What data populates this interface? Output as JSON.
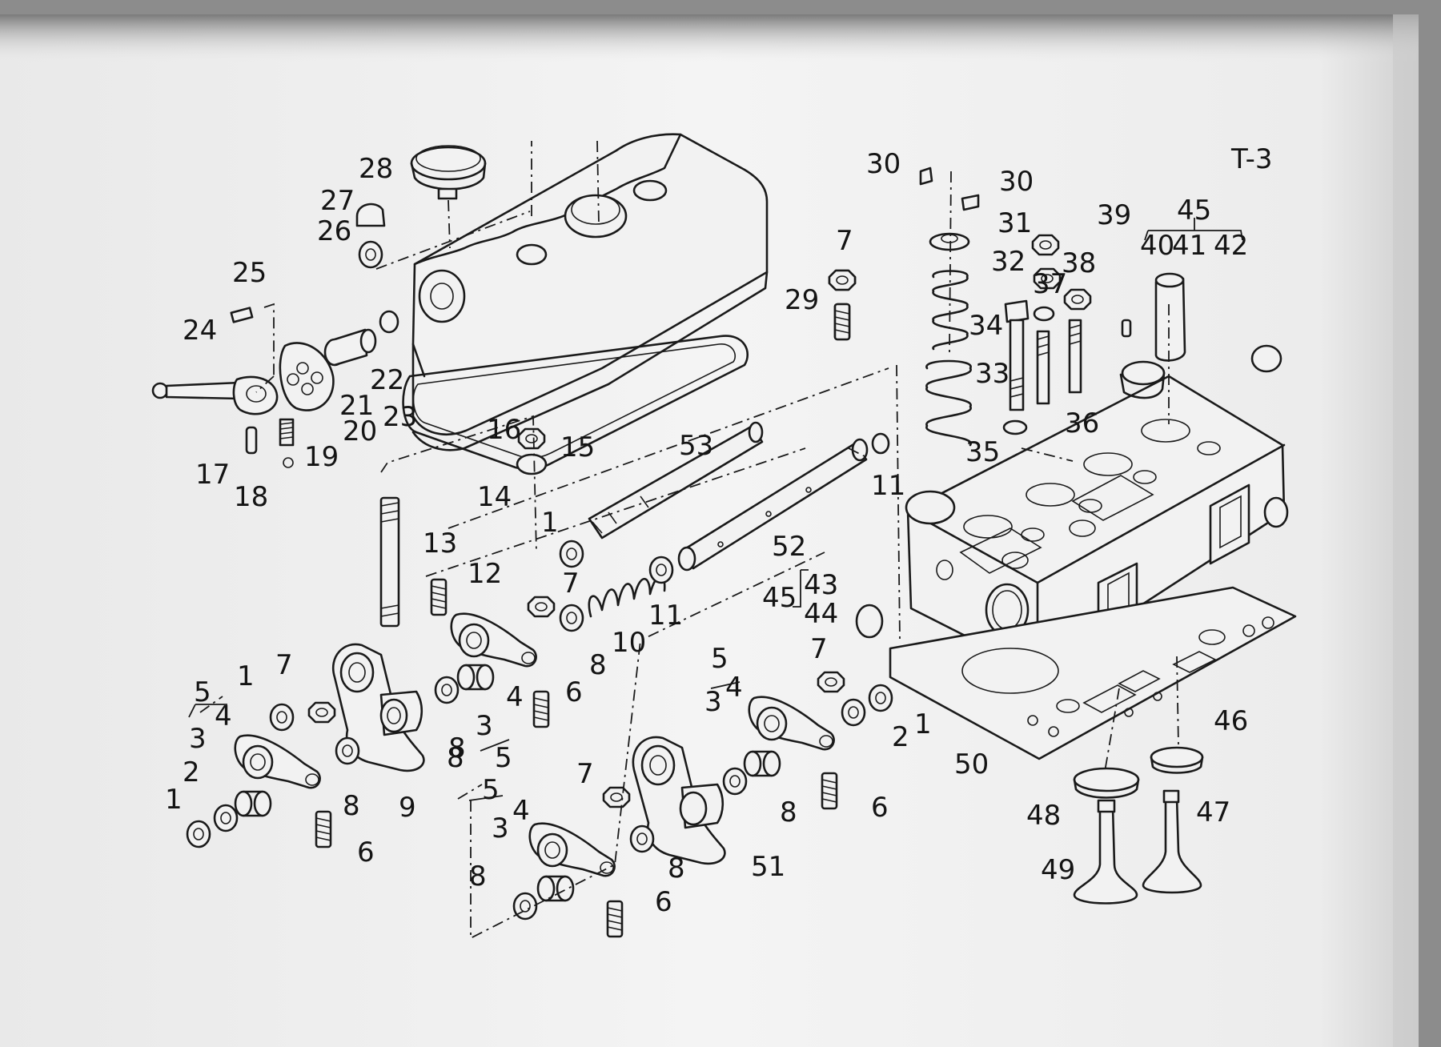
{
  "sheet": {
    "code": "T-3"
  },
  "callouts": [
    "1",
    "2",
    "3",
    "4",
    "5",
    "6",
    "7",
    "8",
    "9",
    "10",
    "11",
    "12",
    "13",
    "14",
    "15",
    "16",
    "17",
    "18",
    "19",
    "20",
    "21",
    "22",
    "23",
    "24",
    "25",
    "26",
    "27",
    "28",
    "29",
    "30",
    "31",
    "32",
    "33",
    "34",
    "35",
    "36",
    "37",
    "38",
    "39",
    "40",
    "41",
    "42",
    "43",
    "44",
    "45",
    "46",
    "47",
    "48",
    "49",
    "50",
    "51",
    "52",
    "53"
  ]
}
